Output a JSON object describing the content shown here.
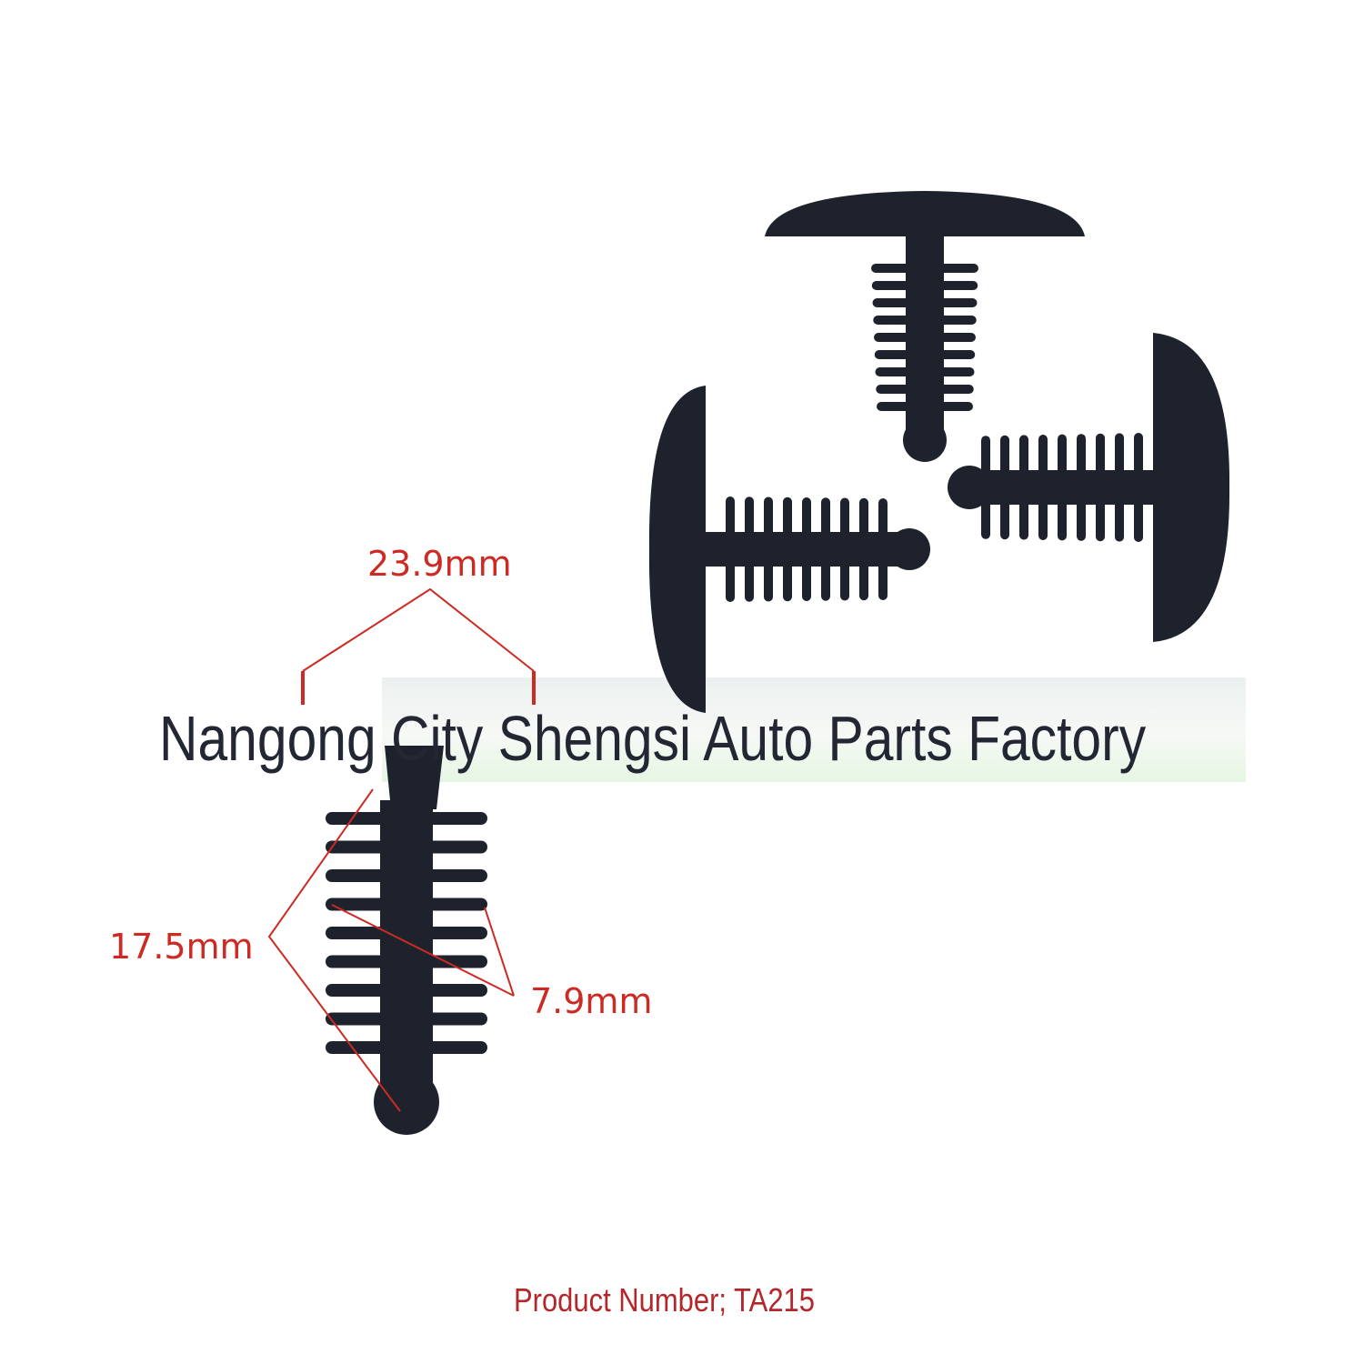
{
  "colors": {
    "part": "#1e222c",
    "dimension": "#cc2a22",
    "watermark_text": "#232733",
    "product_text": "#b3262a",
    "background": "#ffffff"
  },
  "dimensions": {
    "head_width": "23.9mm",
    "shank_length": "17.5mm",
    "rib_diameter": "7.9mm"
  },
  "watermark": "Nangong City Shengsi Auto Parts Factory",
  "product_number": "Product Number; TA215"
}
